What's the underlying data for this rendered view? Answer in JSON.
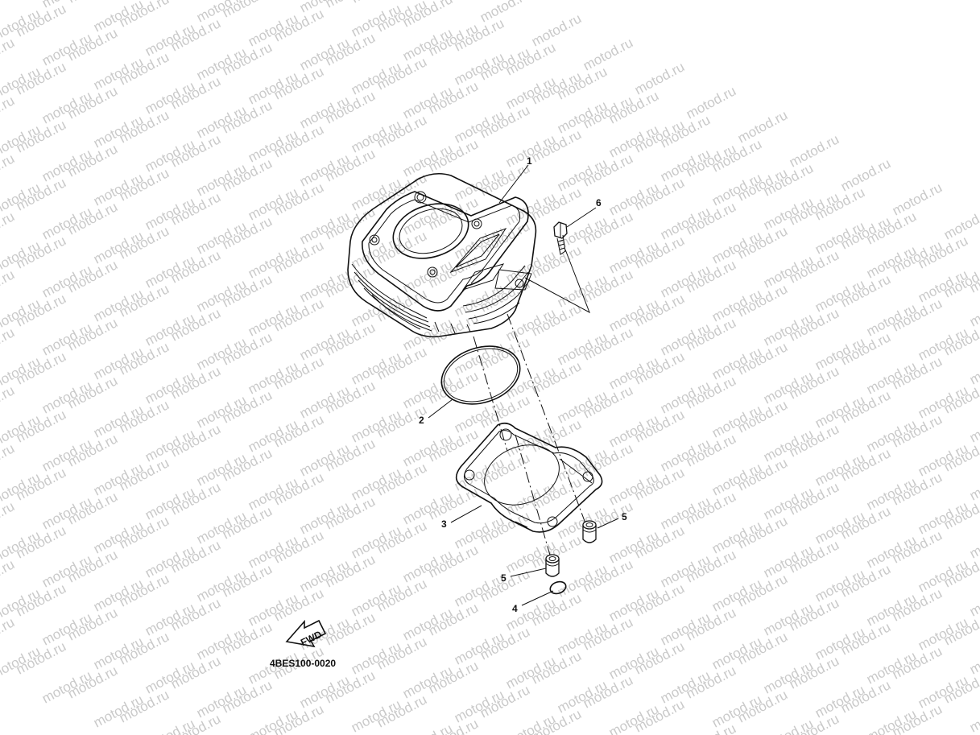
{
  "watermark_text": "motod.ru",
  "callouts": [
    {
      "id": "cylinder",
      "label": "1"
    },
    {
      "id": "o-ring",
      "label": "2"
    },
    {
      "id": "base-gasket",
      "label": "3"
    },
    {
      "id": "small-o-ring",
      "label": "4"
    },
    {
      "id": "dowel-pin-a",
      "label": "5"
    },
    {
      "id": "dowel-pin-b",
      "label": "5"
    },
    {
      "id": "bolt",
      "label": "6"
    }
  ],
  "fwd_label": "FWD",
  "diagram_code": "4BES100-0020",
  "colors": {
    "line": "#111111",
    "watermark": "#c9c9c9",
    "background": "#ffffff"
  }
}
